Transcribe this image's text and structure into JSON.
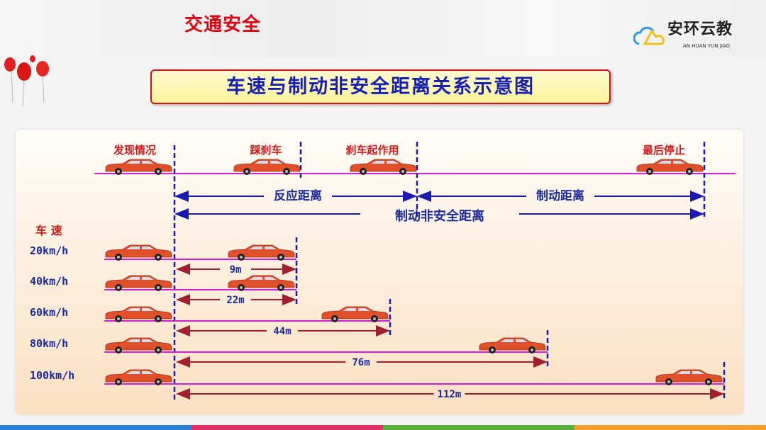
{
  "slide_title": "交通安全",
  "logo": {
    "name_cn": "安环云教",
    "name_en": "AN HUAN YUN JIAO"
  },
  "header": "车速与制动非安全距离关系示意图",
  "top_row": {
    "stage_labels": [
      "发现情况",
      "踩刹车",
      "刹车起作用",
      "最后停止"
    ],
    "reaction_distance": "反应距离",
    "braking_distance": "制动距离",
    "unsafe_distance": "制动非安全距离"
  },
  "speed_heading": "车 速",
  "rows": [
    {
      "speed": "20km/h",
      "distance": "9m",
      "distance_m": 9
    },
    {
      "speed": "40km/h",
      "distance": "22m",
      "distance_m": 22
    },
    {
      "speed": "60km/h",
      "distance": "44m",
      "distance_m": 44
    },
    {
      "speed": "80km/h",
      "distance": "76m",
      "distance_m": 76
    },
    {
      "speed": "100km/h",
      "distance": "112m",
      "distance_m": 112
    }
  ],
  "colors": {
    "title_red": "#e00010",
    "line_magenta": "#d020d0",
    "dash_blue": "#1a1ab0",
    "arrow_red": "#a02030",
    "car_red": "#e0502a",
    "label_blue": "#1a2a9a"
  },
  "bottom_bar_colors": [
    "#2a7fd0",
    "#e0306a",
    "#5ab040",
    "#f0a030"
  ]
}
